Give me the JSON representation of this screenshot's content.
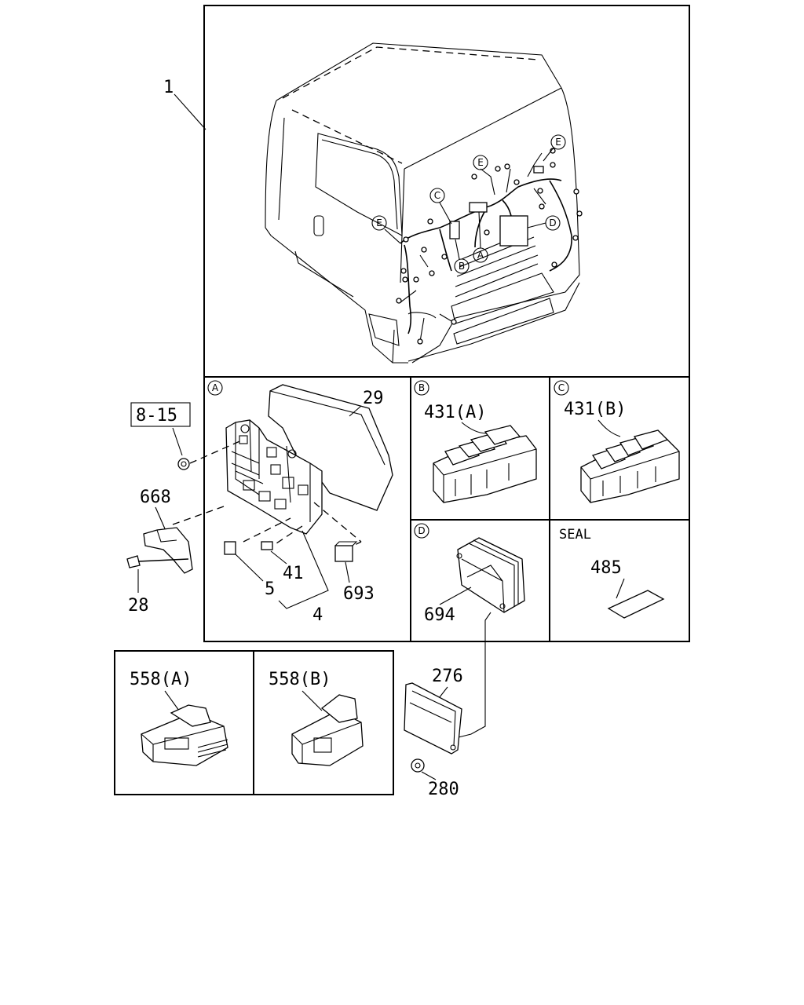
{
  "callouts": {
    "assembly": "1",
    "ref_box": "8-15",
    "p29": "29",
    "p668": "668",
    "p28": "28",
    "p41": "41",
    "p5": "5",
    "p4": "4",
    "p693": "693",
    "p431a": "431(A)",
    "p431b": "431(B)",
    "p694": "694",
    "p485": "485",
    "p558a": "558(A)",
    "p558b": "558(B)",
    "p276": "276",
    "p280": "280"
  },
  "section_markers": {
    "a": "A",
    "b": "B",
    "c": "C",
    "d": "D",
    "e": "E"
  },
  "panels": {
    "seal_title": "SEAL"
  }
}
